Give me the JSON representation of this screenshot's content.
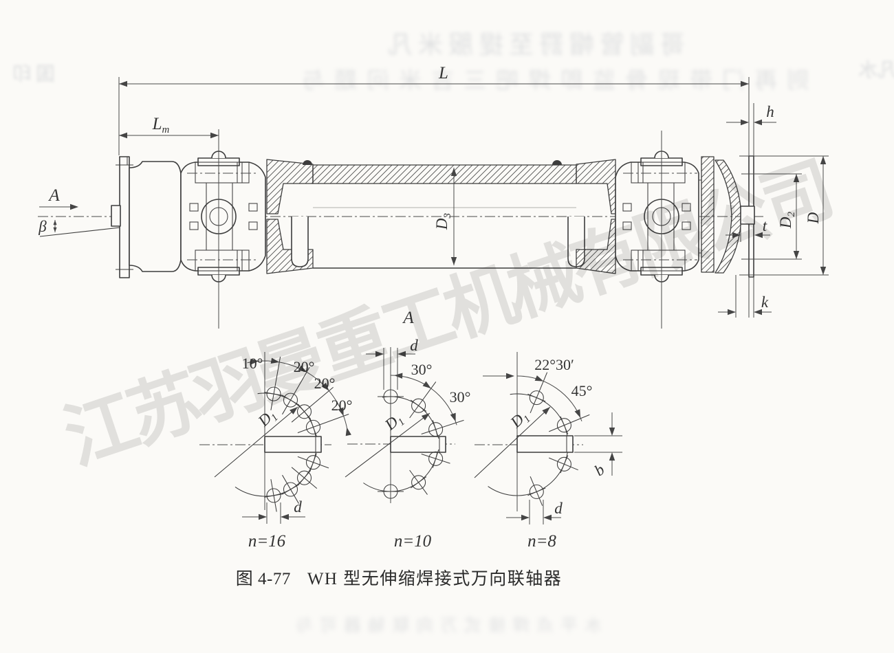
{
  "caption": {
    "figure_no": "图 4-77",
    "title": "WH 型无伸缩焊接式万向联轴器"
  },
  "watermark": {
    "text": "江苏羽曼重工机械有限公司",
    "color": "#d2d2d2"
  },
  "bleedthrough": {
    "line1": "哥副管帽罸至提服米凡",
    "line2": "则再门带现骨监即焊吧三吉米问题与",
    "left": "国印",
    "right": "凡水",
    "bottom": "水平点焊接式万向联轴器可与"
  },
  "main_view": {
    "dim_L": "L",
    "dim_Lm_base": "L",
    "dim_Lm_sub": "m",
    "dim_h": "h",
    "dim_beta": "β",
    "view_arrow_label": "A",
    "section_label": "A",
    "dim_D3_base": "D",
    "dim_D3_sub": "3",
    "dim_D2_base": "D",
    "dim_D2_sub": "2",
    "dim_D": "D",
    "dim_t": "t",
    "dim_k": "k"
  },
  "bolt_patterns": [
    {
      "count_label": "n=16",
      "angle_labels": [
        "10°",
        "20°",
        "20°",
        "20°"
      ],
      "dia_base": "D",
      "dia_sub": "1",
      "hole_dim": "d"
    },
    {
      "count_label": "n=10",
      "angle_labels": [
        "30°",
        "30°"
      ],
      "dia_base": "D",
      "dia_sub": "1",
      "hole_dim": "d"
    },
    {
      "count_label": "n=8",
      "angle_labels": [
        "22°30′",
        "45°"
      ],
      "dia_base": "D",
      "dia_sub": "1",
      "hole_dim": "d",
      "width_dim": "b"
    }
  ]
}
